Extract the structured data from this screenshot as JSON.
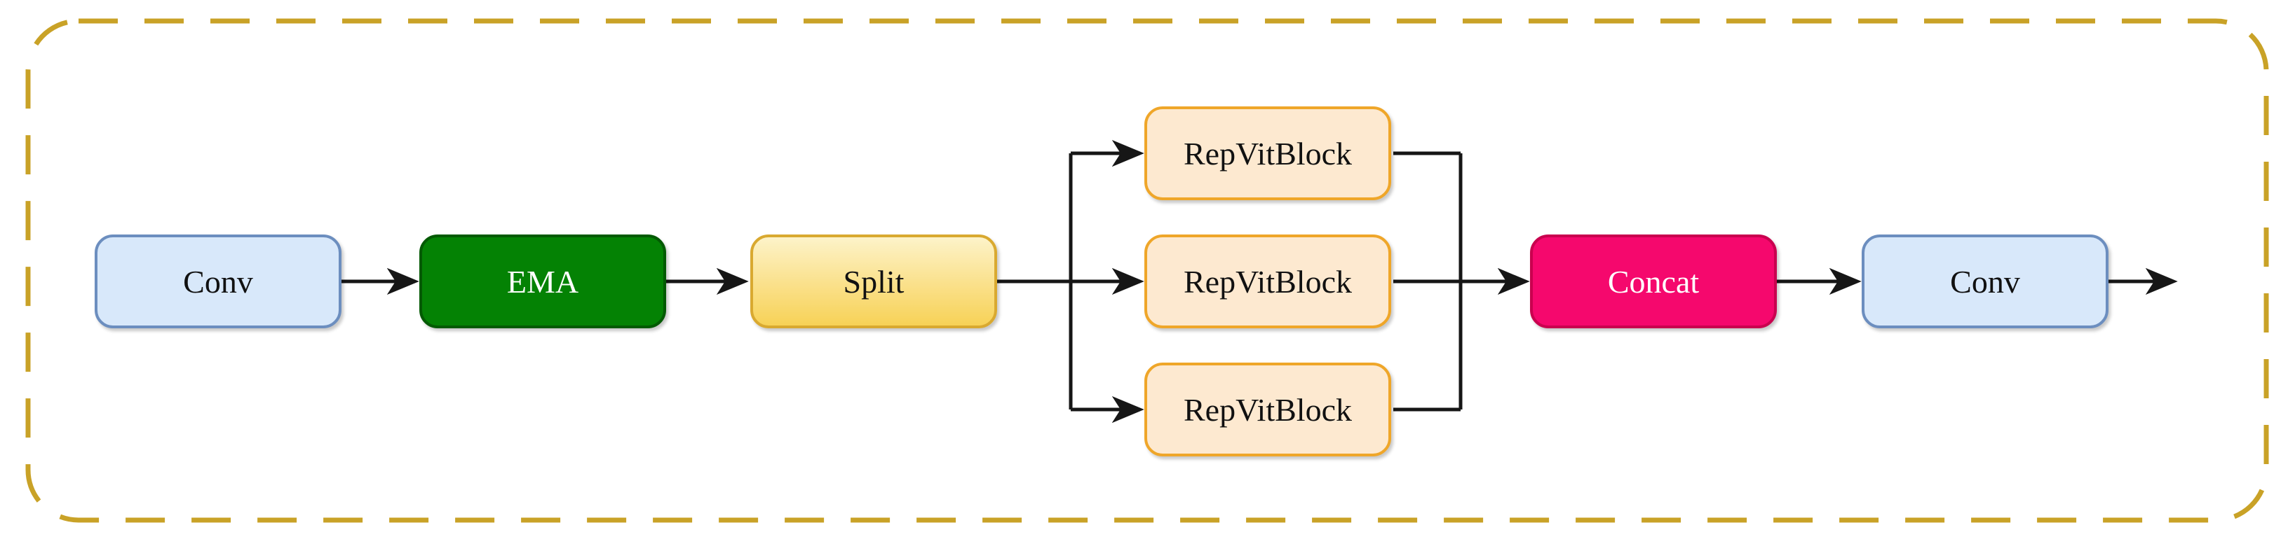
{
  "frame": {
    "style": "dashed-rounded-rectangle",
    "color": "#c9a227"
  },
  "connectors": {
    "color": "#161616",
    "links": [
      {
        "from": "conv-input",
        "to": "ema"
      },
      {
        "from": "ema",
        "to": "split"
      },
      {
        "from": "split",
        "to": "repvitblock-top"
      },
      {
        "from": "split",
        "to": "repvitblock-middle"
      },
      {
        "from": "split",
        "to": "repvitblock-bottom"
      },
      {
        "from": "repvitblock-top",
        "to": "concat"
      },
      {
        "from": "repvitblock-middle",
        "to": "concat"
      },
      {
        "from": "repvitblock-bottom",
        "to": "concat"
      },
      {
        "from": "concat",
        "to": "conv-output"
      },
      {
        "from": "conv-output",
        "to": "out"
      }
    ]
  },
  "nodes": [
    {
      "id": "conv-input",
      "label": "Conv",
      "fill": "#d8e8fa",
      "border": "#6c8ebf",
      "text_color": "#111111"
    },
    {
      "id": "ema",
      "label": "EMA",
      "fill": "#048204",
      "border": "#035a03",
      "text_color": "#ffffff"
    },
    {
      "id": "split",
      "label": "Split",
      "fill": "#fdf3c9",
      "fill_bottom": "#f7d257",
      "border": "#d9a930",
      "text_color": "#111111"
    },
    {
      "id": "repvitblock-top",
      "label": "RepVitBlock",
      "fill": "#fde9d0",
      "border": "#efa629",
      "text_color": "#111111"
    },
    {
      "id": "repvitblock-middle",
      "label": "RepVitBlock",
      "fill": "#fde9d0",
      "border": "#efa629",
      "text_color": "#111111"
    },
    {
      "id": "repvitblock-bottom",
      "label": "RepVitBlock",
      "fill": "#fde9d0",
      "border": "#efa629",
      "text_color": "#111111"
    },
    {
      "id": "concat",
      "label": "Concat",
      "fill": "#f5086d",
      "border": "#c9024f",
      "text_color": "#ffffff"
    },
    {
      "id": "conv-output",
      "label": "Conv",
      "fill": "#d8e8fa",
      "border": "#6c8ebf",
      "text_color": "#111111"
    }
  ]
}
